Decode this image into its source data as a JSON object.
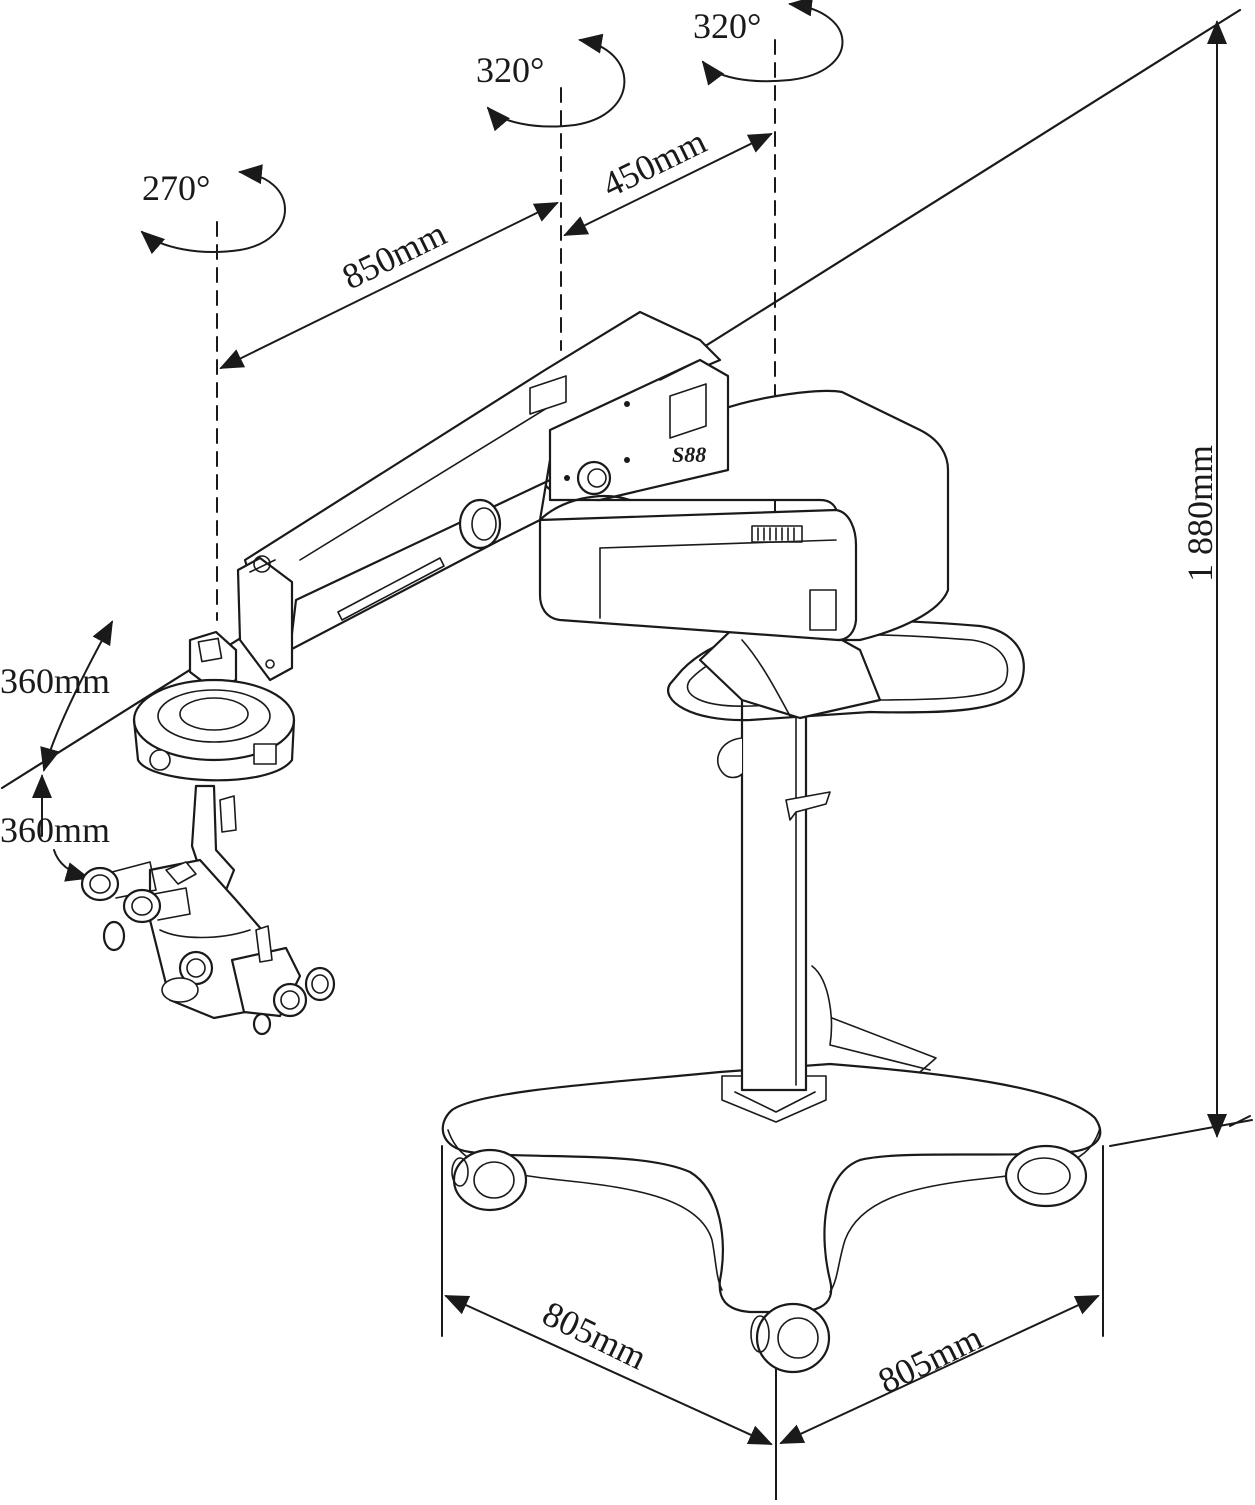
{
  "diagram": {
    "brand_marking": "S88",
    "rotations": {
      "left_axis": "270°",
      "middle_axis": "320°",
      "right_axis": "320°"
    },
    "dimensions": {
      "arm_length": "850mm",
      "joint_spacing": "450mm",
      "total_height": "1 880mm",
      "vertical_travel_up": "360mm",
      "vertical_travel_down": "360mm",
      "base_width": "805mm",
      "base_depth": "805mm"
    }
  }
}
